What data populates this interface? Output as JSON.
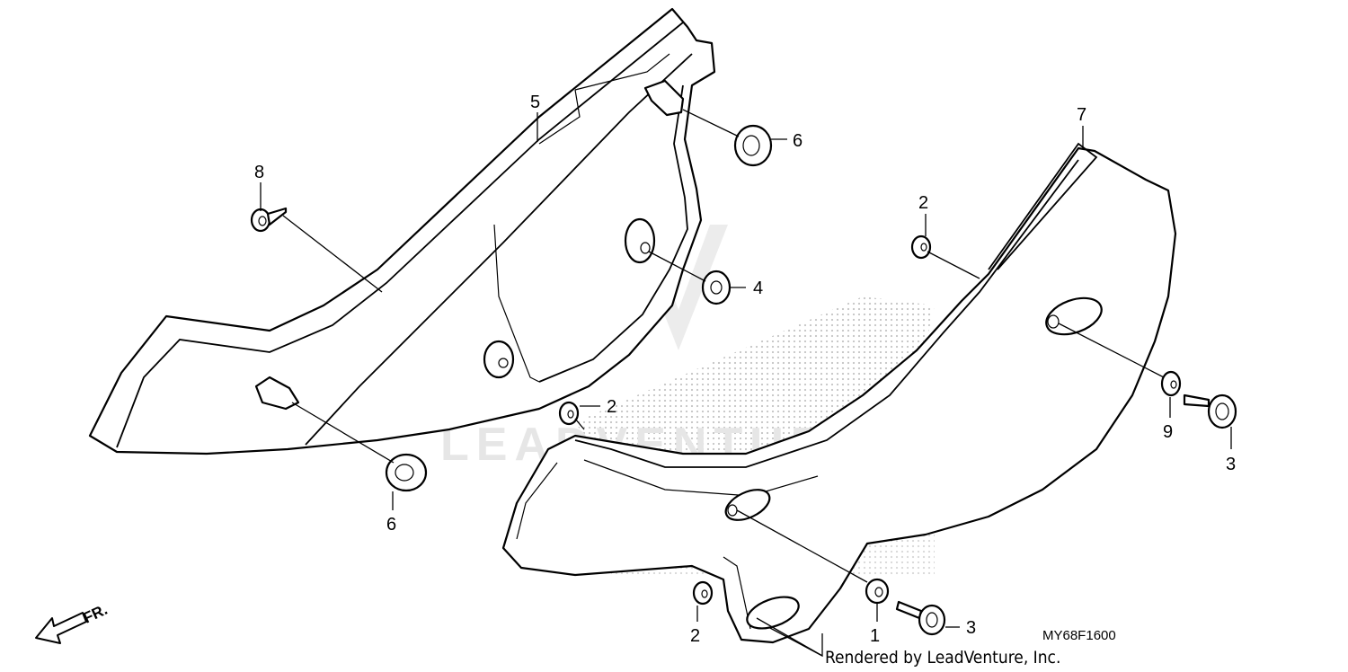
{
  "watermark": {
    "text": "LEADVENTURE"
  },
  "orientation": {
    "label": "FR."
  },
  "diagram_code": "MY68F1600",
  "credit": "Rendered by LeadVenture, Inc.",
  "callouts": [
    {
      "id": "c5",
      "label": "5"
    },
    {
      "id": "c8",
      "label": "8"
    },
    {
      "id": "c6a",
      "label": "6"
    },
    {
      "id": "c4",
      "label": "4"
    },
    {
      "id": "c6b",
      "label": "6"
    },
    {
      "id": "c2a",
      "label": "2"
    },
    {
      "id": "c7",
      "label": "7"
    },
    {
      "id": "c2b",
      "label": "2"
    },
    {
      "id": "c9",
      "label": "9"
    },
    {
      "id": "c3a",
      "label": "3"
    },
    {
      "id": "c2c",
      "label": "2"
    },
    {
      "id": "c1",
      "label": "1"
    },
    {
      "id": "c3b",
      "label": "3"
    }
  ]
}
